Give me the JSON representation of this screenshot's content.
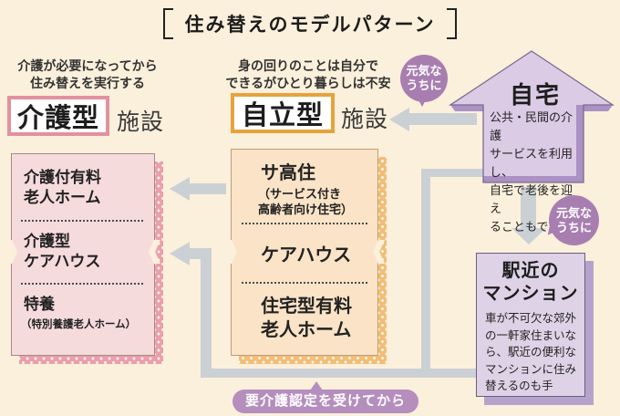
{
  "title": "住み替えのモデルパターン",
  "care": {
    "caption": [
      "介護が必要になってから",
      "住み替えを実行する"
    ],
    "type_label": "介護型",
    "type_suffix": "施設",
    "items": [
      {
        "lines": [
          "介護付有料",
          "老人ホーム"
        ]
      },
      {
        "lines": [
          "介護型",
          "ケアハウス"
        ]
      },
      {
        "lines": [
          "特養"
        ],
        "note": "（特別養護老人ホーム）"
      }
    ]
  },
  "independent": {
    "caption": [
      "身の回りのことは自分で",
      "できるがひとり暮らしは不安"
    ],
    "type_label": "自立型",
    "type_suffix": "施設",
    "items": [
      {
        "lines": [
          "サ高住"
        ],
        "note_lines": [
          "（サービス付き",
          "高齢者向け住宅）"
        ]
      },
      {
        "lines": [
          "ケアハウス"
        ]
      },
      {
        "lines": [
          "住宅型有料",
          "老人ホーム"
        ]
      }
    ]
  },
  "home": {
    "title": "自宅",
    "body": [
      "公共・民間の介護",
      "サービスを利用し、",
      "自宅で老後を迎え",
      "ることもできる"
    ]
  },
  "mansion": {
    "title": [
      "駅近の",
      "マンション"
    ],
    "body": [
      "車が不可欠な郊外",
      "の一軒家住まいな",
      "ら、駅近の便利な",
      "マンションに住み",
      "替えるのも手"
    ]
  },
  "badges": {
    "healthy_top": [
      "元気な",
      "うちに"
    ],
    "healthy_right": [
      "元気な",
      "うちに"
    ],
    "certified": "要介護認定を受けてから"
  },
  "colors": {
    "background": "#fbf0db",
    "pink_panel": "#f6dbdc",
    "pink_dots": "#eb9fa9",
    "pink_border": "#e2919f",
    "orange_panel": "#fae3c6",
    "orange_dots": "#f3bd75",
    "orange_border": "#e8a23c",
    "house_fill": "#dbcbe5",
    "house_shade": "#ab91c4",
    "mansion_fill": "#ded2e6",
    "mansion_shadow": "#b6a3cb",
    "badge_purple": "#a87eb1",
    "pill_purple": "#b58ebe",
    "arrow_gray": "#cbd0d4"
  }
}
